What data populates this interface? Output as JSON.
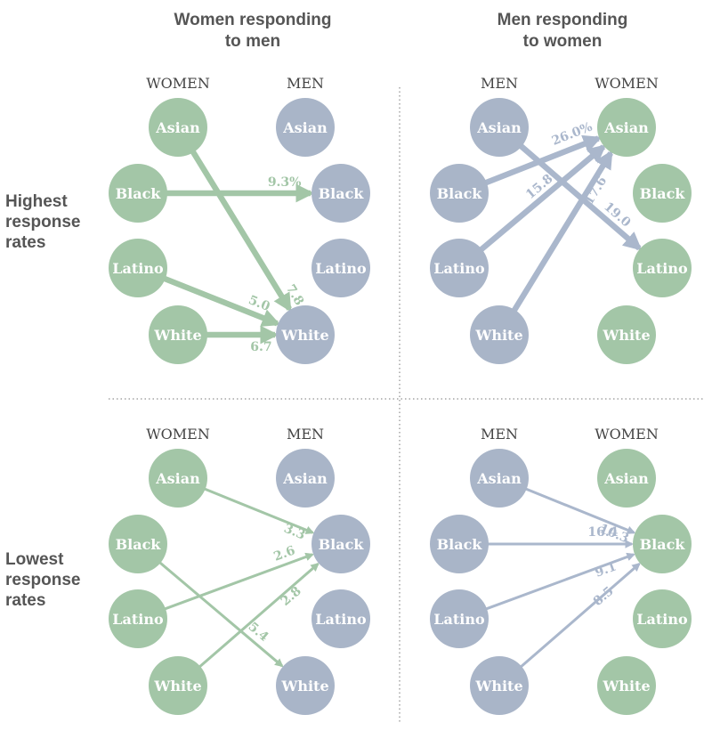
{
  "colors": {
    "women_node": "#a3c6a7",
    "men_node": "#a9b5c8",
    "green_arrow": "#a3c6a7",
    "blue_arrow": "#aab7cc"
  },
  "columns": [
    "Women responding\nto men",
    "Men responding\nto women"
  ],
  "rows": [
    "Highest\nresponse\nrates",
    "Lowest\nresponse\nrates"
  ],
  "groups": [
    "Asian",
    "Black",
    "Latino",
    "White"
  ],
  "panels": [
    {
      "id": "top-left",
      "left_header": "WOMEN",
      "right_header": "MEN",
      "left_type": "women",
      "right_type": "men",
      "arrow_color": "green",
      "edges": [
        {
          "from": "Asian",
          "to": "White",
          "value": "7.8"
        },
        {
          "from": "Black",
          "to": "Black",
          "value": "9.3%"
        },
        {
          "from": "Latino",
          "to": "White",
          "value": "5.0"
        },
        {
          "from": "White",
          "to": "White",
          "value": "6.7"
        }
      ]
    },
    {
      "id": "top-right",
      "left_header": "MEN",
      "right_header": "WOMEN",
      "left_type": "men",
      "right_type": "women",
      "arrow_color": "blue",
      "edges": [
        {
          "from": "Asian",
          "to": "Latino",
          "value": "19.0"
        },
        {
          "from": "Black",
          "to": "Asian",
          "value": "26.0%"
        },
        {
          "from": "Latino",
          "to": "Asian",
          "value": "15.8"
        },
        {
          "from": "White",
          "to": "Asian",
          "value": "17.6"
        }
      ]
    },
    {
      "id": "bottom-left",
      "left_header": "WOMEN",
      "right_header": "MEN",
      "left_type": "women",
      "right_type": "men",
      "arrow_color": "green",
      "edges": [
        {
          "from": "Asian",
          "to": "Black",
          "value": "3.3"
        },
        {
          "from": "Black",
          "to": "White",
          "value": "5.4"
        },
        {
          "from": "Latino",
          "to": "Black",
          "value": "2.6"
        },
        {
          "from": "White",
          "to": "Black",
          "value": "2.8"
        }
      ]
    },
    {
      "id": "bottom-right",
      "left_header": "MEN",
      "right_header": "WOMEN",
      "left_type": "men",
      "right_type": "women",
      "arrow_color": "blue",
      "edges": [
        {
          "from": "Asian",
          "to": "Black",
          "value": "10.3"
        },
        {
          "from": "Black",
          "to": "Black",
          "value": "16.4"
        },
        {
          "from": "Latino",
          "to": "Black",
          "value": "9.1"
        },
        {
          "from": "White",
          "to": "Black",
          "value": "8.5"
        }
      ]
    }
  ]
}
